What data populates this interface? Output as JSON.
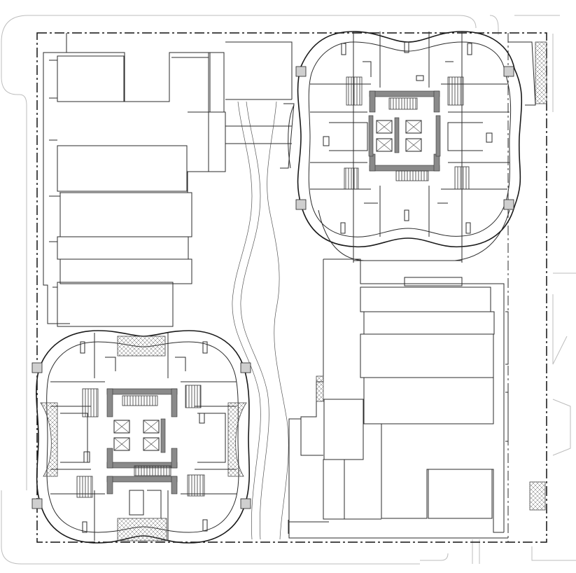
{
  "drawing": {
    "kind": "architectural site floor plan",
    "colors": {
      "line": "#2b2b2b",
      "faint_line": "#bdbdbd",
      "core_fill": "#8a8a8a",
      "background": "#ffffff"
    },
    "towers": [
      {
        "name": "tower-northeast"
      },
      {
        "name": "tower-southwest"
      }
    ],
    "text_labels": []
  }
}
